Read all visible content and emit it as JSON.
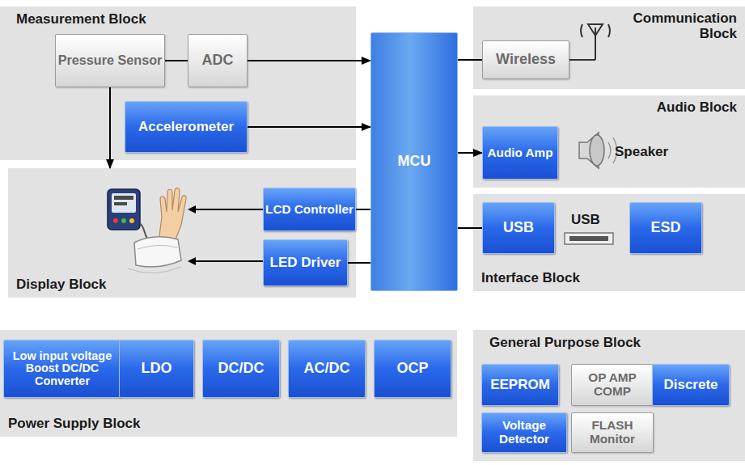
{
  "diagram": {
    "nodes": [
      {
        "text": [
          "Measurement Block"
        ]
      },
      {
        "text": [
          "Pressure Sensor"
        ],
        "in": 0
      },
      {
        "text": [
          "ADC"
        ],
        "in": 0
      },
      {
        "text": [
          "Accelerometer"
        ],
        "in": 0
      },
      {
        "text": [
          "MCU"
        ]
      },
      {
        "text": [
          "Communication Block"
        ]
      },
      {
        "text": [
          "Wireless"
        ],
        "in": 5
      },
      {
        "text": [
          "Audio Block"
        ]
      },
      {
        "text": [
          "Audio Amp"
        ],
        "in": 7
      },
      {
        "text": [
          "Display Block"
        ]
      },
      {
        "text": [
          "LCD Controller"
        ],
        "in": 9
      },
      {
        "text": [
          "LED Driver"
        ],
        "in": 9
      },
      {
        "text": [
          "Interface Block"
        ]
      },
      {
        "text": [
          "USB"
        ],
        "in": 12
      },
      {
        "text": [
          "ESD"
        ],
        "in": 12
      },
      {
        "text": [
          "Power Supply Block"
        ]
      },
      {
        "text": [
          "Low input voltage Boost DC/DC Converter"
        ],
        "in": 15
      },
      {
        "text": [
          "LDO"
        ],
        "in": 15
      },
      {
        "text": [
          "DC/DC"
        ],
        "in": 15
      },
      {
        "text": [
          "AC/DC"
        ],
        "in": 15
      },
      {
        "text": [
          "OCP"
        ],
        "in": 15
      },
      {
        "text": [
          "General Purpose Block"
        ]
      },
      {
        "text": [
          "EEPROM"
        ],
        "in": 21
      },
      {
        "text": [
          "OP AMP COMP"
        ],
        "in": 21
      },
      {
        "text": [
          "Discrete"
        ],
        "in": 21
      },
      {
        "text": [
          "Voltage Detector"
        ],
        "in": 21
      },
      {
        "text": [
          "FLASH Monitor"
        ],
        "in": 21
      }
    ],
    "edges": [
      {
        "from": 1,
        "to": 2,
        "arrow": "none"
      },
      {
        "from": 2,
        "to": 4,
        "arrow": "to"
      },
      {
        "from": 1,
        "to": 9,
        "arrow": "to"
      },
      {
        "from": 3,
        "to": 4,
        "arrow": "to"
      },
      {
        "from": 4,
        "to": 6,
        "arrow": "none"
      },
      {
        "from": 4,
        "to": 8,
        "arrow": "to"
      },
      {
        "from": 4,
        "to": 13,
        "arrow": "none"
      },
      {
        "from": 4,
        "to": 10,
        "arrow": "none"
      },
      {
        "from": 4,
        "to": 11,
        "arrow": "none"
      }
    ],
    "labels": [
      "Speaker",
      "USB"
    ]
  }
}
